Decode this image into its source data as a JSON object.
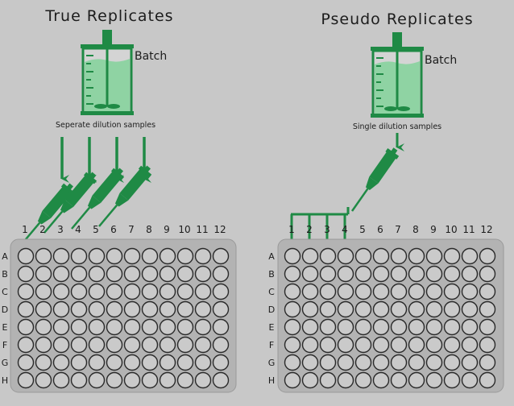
{
  "left": {
    "title": "True Replicates",
    "batch_label": "Batch",
    "caption": "Seperate dilution samples"
  },
  "right": {
    "title": "Pseudo Replicates",
    "batch_label": "Batch",
    "caption": "Single dilution samples"
  },
  "plate": {
    "columns": [
      "1",
      "2",
      "3",
      "4",
      "5",
      "6",
      "7",
      "8",
      "9",
      "10",
      "11",
      "12"
    ],
    "rows": [
      "A",
      "B",
      "C",
      "D",
      "E",
      "F",
      "G",
      "H"
    ]
  },
  "colors": {
    "background": "#c8c8c8",
    "green": "#1f8a45",
    "green_light": "#8fd3a3",
    "plate_fill": "#b3b3b3",
    "plate_edge": "#9a9a9a",
    "well_edge": "#2a2a2a"
  },
  "icons": {
    "reactor": "bioreactor-icon",
    "pipette": "pipette-icon",
    "arrow": "arrow-down-icon"
  }
}
